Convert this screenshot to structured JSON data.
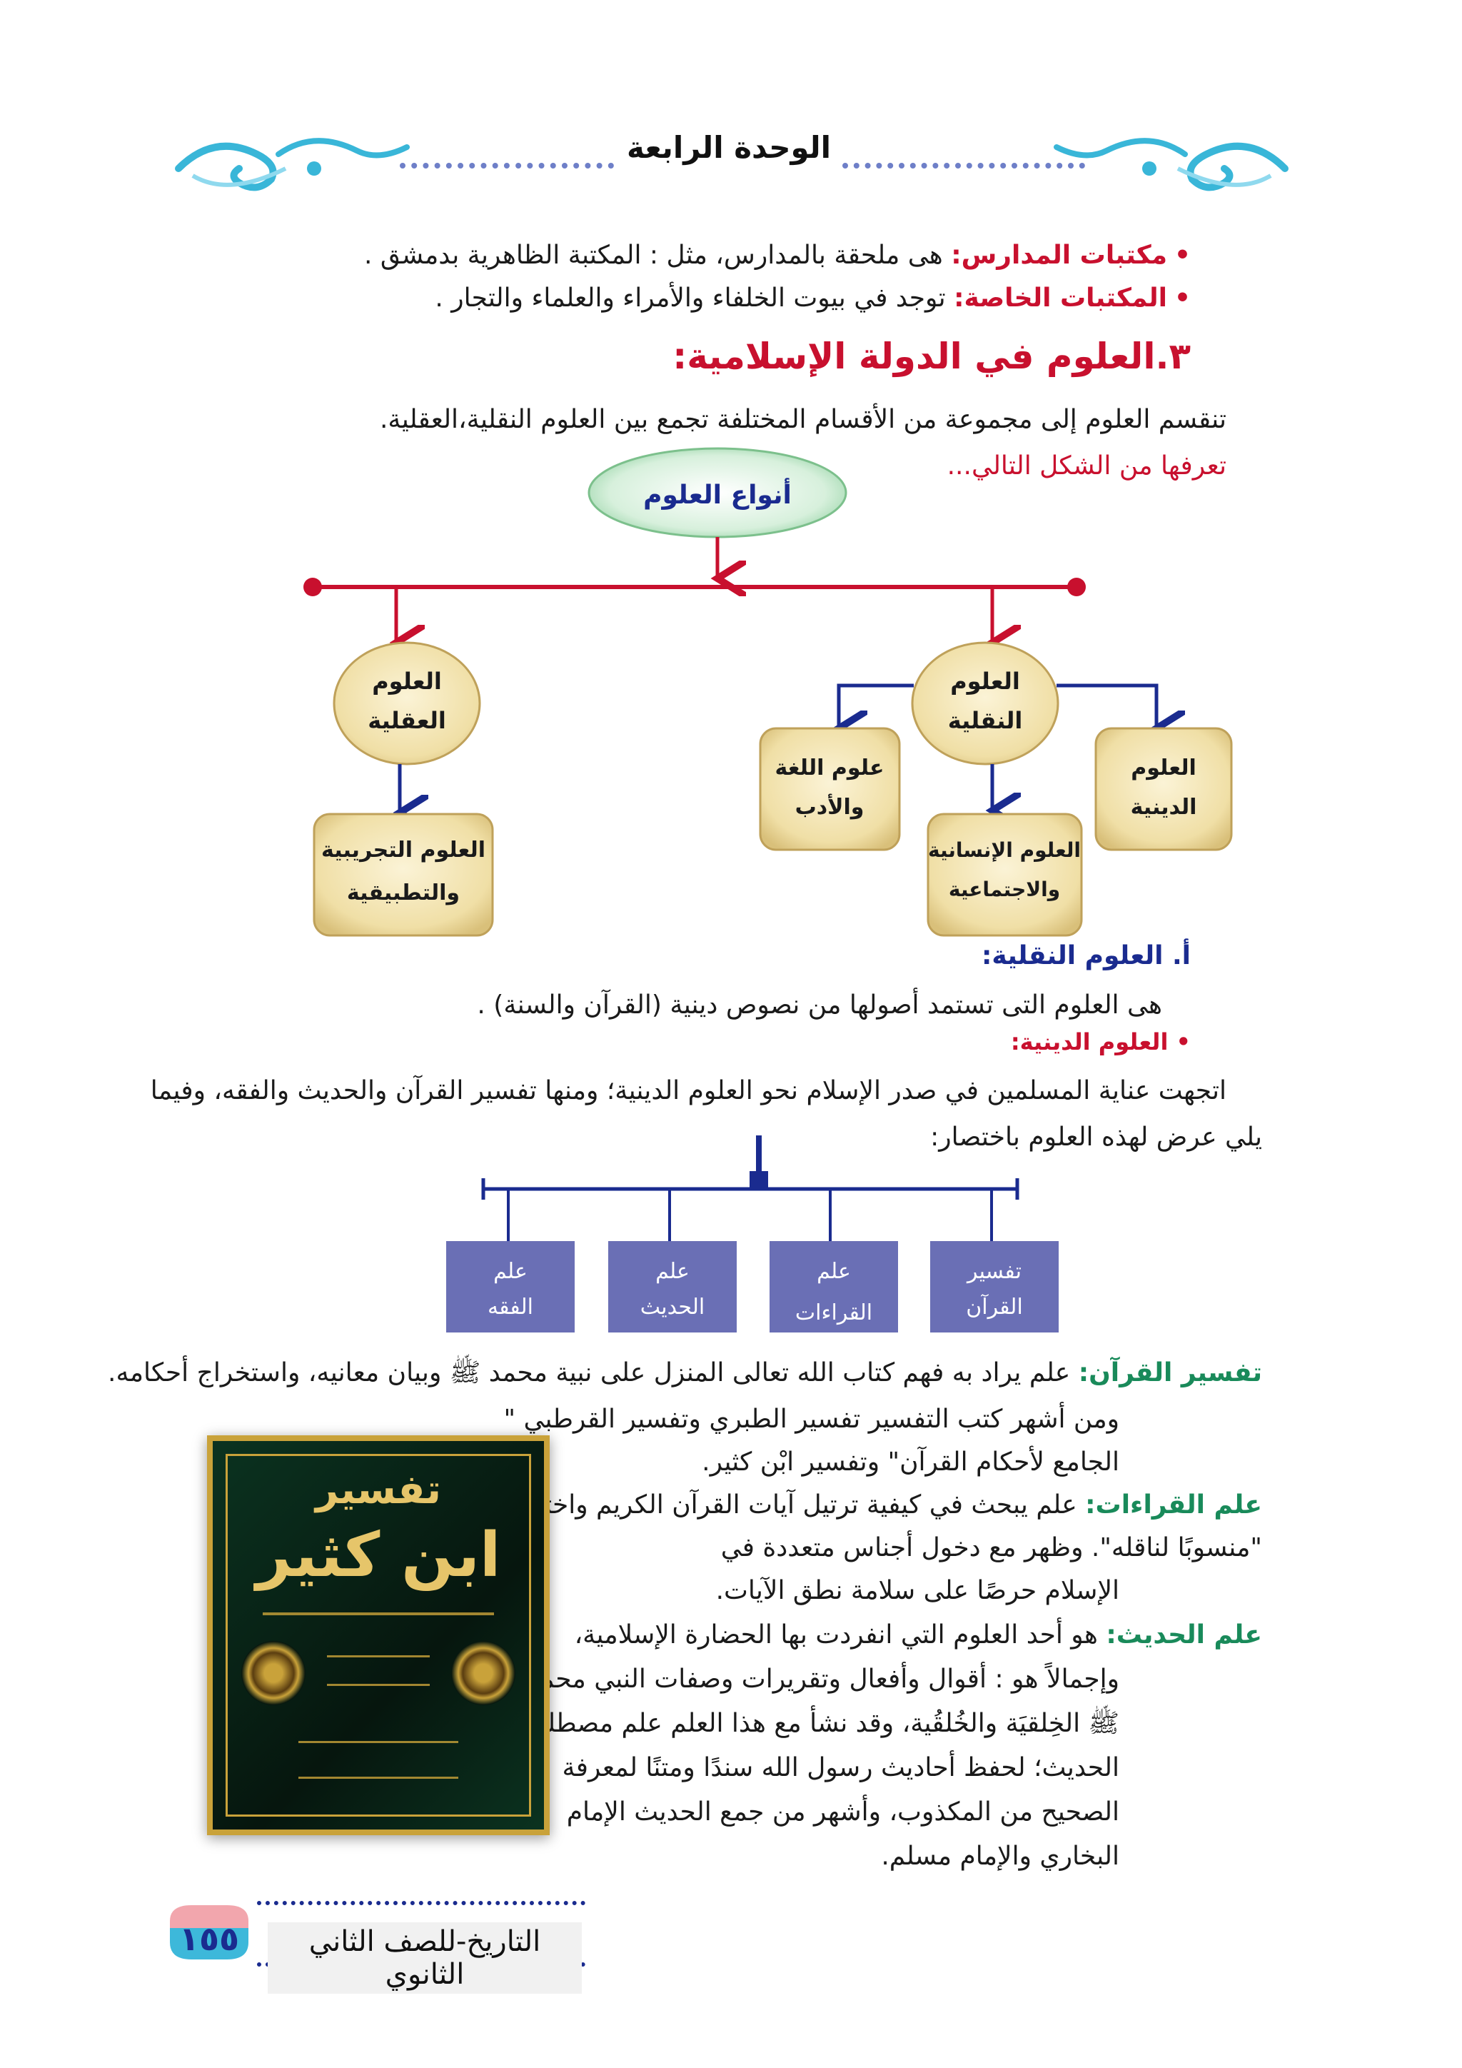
{
  "header": {
    "unit_title": "الوحدة الرابعة"
  },
  "intro_bullets": [
    {
      "label": "مكتبات المدارس:",
      "text": "هى ملحقة بالمدارس، مثل : المكتبة الظاهرية بدمشق ."
    },
    {
      "label": "المكتبات الخاصة:",
      "text": "توجد في بيوت الخلفاء والأمراء والعلماء والتجار ."
    }
  ],
  "section": {
    "title": "٣.العلوم في الدولة الإسلامية:",
    "intro": "تنقسم العلوم إلى مجموعة من الأقسام المختلفة تجمع بين العلوم النقلية،العقلية.",
    "intro_prompt": "تعرفها من الشكل التالي..."
  },
  "diagram1": {
    "root": "أنواع العلوم",
    "aqli": {
      "line1": "العلوم",
      "line2": "العقلية"
    },
    "aqli_child": {
      "line1": "العلوم التجريبية",
      "line2": "والتطبيقية"
    },
    "naqli": {
      "line1": "العلوم",
      "line2": "النقلية"
    },
    "naqli_children": [
      {
        "line1": "علوم اللغة",
        "line2": "والأدب"
      },
      {
        "line1": "العلوم الإنسانية",
        "line2": "والاجتماعية"
      },
      {
        "line1": "العلوم",
        "line2": "الدينية"
      }
    ]
  },
  "sub_a": {
    "title": "أ. العلوم النقلية:",
    "text": "هى العلوم التى تستمد أصولها من نصوص دينية (القرآن والسنة) ."
  },
  "sub_b": {
    "title": "• العلوم الدينية:",
    "text1": "اتجهت عناية المسلمين في صدر الإسلام نحو العلوم الدينية؛ ومنها تفسير القرآن والحديث والفقه، وفيما",
    "text2": "يلي عرض لهذه العلوم باختصار:"
  },
  "diagram2": {
    "boxes": [
      {
        "line1": "تفسير",
        "line2": "القرآن"
      },
      {
        "line1": "علم",
        "line2": "القراءات"
      },
      {
        "line1": "علم",
        "line2": "الحديث"
      },
      {
        "line1": "علم",
        "line2": "الفقه"
      }
    ]
  },
  "tafsir": {
    "label": "تفسير القرآن:",
    "text": "علم يراد به فهم كتاب الله تعالى المنزل على نبية محمد ﷺ وبيان معانيه، واستخراج أحكامه.",
    "line2": "ومن أشهر كتب التفسير تفسير الطبري وتفسير القرطبي \"",
    "line3": "الجامع لأحكام القرآن\" وتفسير ابْن كثير."
  },
  "qiraat": {
    "label": "علم القراءات:",
    "line1": "علم يبحث في كيفية ترتيل آيات القرآن الكريم واختلافها",
    "line2": "\"منسوبًا لناقله\". وظهر مع دخول أجناس متعددة في",
    "line3": "الإسلام حرصًا على سلامة نطق الآيات."
  },
  "hadith": {
    "label": "علم الحديث:",
    "line1": "هو أحد العلوم التي انفردت بها الحضارة الإسلامية،",
    "line2": "وإجمالاً هو : أقوال وأفعال وتقريرات وصفات النبي محمد",
    "line3": "ﷺ الخِلقيَة والخُلقُية، وقد نشأ مع هذا العلم علم مصطلح",
    "line4": "الحديث؛ لحفظ أحاديث رسول الله سندًا ومتنًا لمعرفة",
    "line5": "الصحيح من المكذوب، وأشهر من جمع الحديث الإمام",
    "line6": "البخاري والإمام مسلم."
  },
  "book_cover": {
    "title_top": "تفسير",
    "title_main": "ابن كثير"
  },
  "footer": {
    "page_number": "١٥٥",
    "label": "التاريخ-للصف الثاني الثانوي"
  },
  "colors": {
    "accent_red": "#c8102e",
    "accent_green": "#198a5a",
    "navy": "#1a2b8f",
    "box_purple": "#6a6fb5",
    "parchment": "#f3e6b8"
  }
}
